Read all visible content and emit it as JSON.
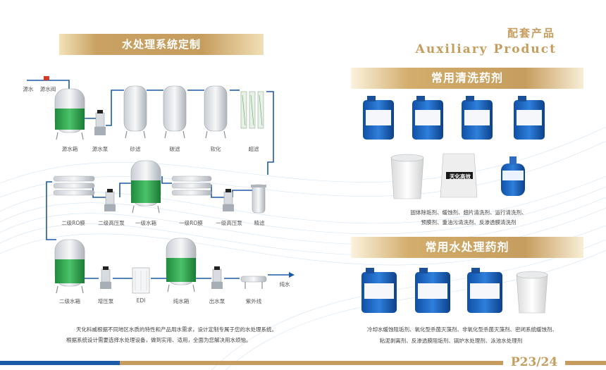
{
  "left": {
    "banner": "水处理系统定制",
    "source_labels": {
      "water": "源水",
      "valve": "源水阀"
    },
    "equipment_labels": [
      "源水箱",
      "源水泵",
      "砂滤",
      "碳滤",
      "软化",
      "超滤",
      "二级RO膜",
      "二级高压泵",
      "一级水箱",
      "一级RO膜",
      "一级高压泵",
      "精滤",
      "二级水箱",
      "增压泵",
      "EDI",
      "纯水箱",
      "出水泵",
      "紫外线",
      "纯水"
    ],
    "description": [
      "天化科威根据不同地区水质的特性和产品用水需求，设计定制专属于您的水处理系统。",
      "根据系统设计需要选择水处理设备，做到实用、适用，全面为您解决用水烦恼。"
    ]
  },
  "right": {
    "heading_cn": "配套产品",
    "heading_en": "Auxiliary Product",
    "cleaning": {
      "banner": "常用清洗药剂",
      "text": [
        "固体除垢剂、缓蚀剂、翅片清洗剂、运行清洗剂、",
        "预膜剂、重油污清洗剂、反渗透膜清洗剂"
      ]
    },
    "treatment": {
      "banner": "常用水处理药剂",
      "text": [
        "冷却水缓蚀阻垢剂、氧化型杀菌灭藻剂、非氧化型杀菌灭藻剂、密闭系统缓蚀剂、",
        "粘泥剥离剂、反渗透膜阻垢剂、锅炉水处理剂、泳池水处理剂"
      ]
    },
    "bag_label": "天化高效"
  },
  "page_number": "P23/24",
  "colors": {
    "gold": "#c69d5e",
    "blue": "#1d5aa8",
    "tank_green": "#2fa34d",
    "pipe_blue": "#1d5aa8"
  }
}
